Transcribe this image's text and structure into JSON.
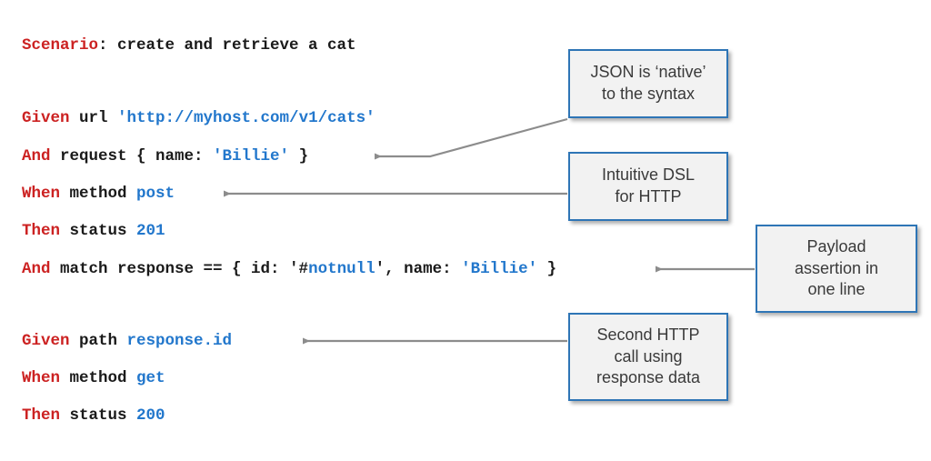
{
  "slide": {
    "background_color": "#ffffff",
    "keyword_color": "#cc2222",
    "value_color": "#2277cc",
    "text_color": "#1a1a1a",
    "callout_border_color": "#2e75b6",
    "callout_fill_color": "#f2f2f2",
    "connector_color": "#8c8c8c"
  },
  "code": {
    "lines": [
      {
        "id": "scenario",
        "tokens": [
          {
            "text": "Scenario",
            "style": "kw"
          },
          {
            "text": ": create and retrieve a cat",
            "style": "plain"
          }
        ]
      },
      {
        "id": "given-url",
        "tokens": [
          {
            "text": "Given",
            "style": "kw"
          },
          {
            "text": " url ",
            "style": "plain"
          },
          {
            "text": "'http://myhost.com/v1/cats'",
            "style": "val"
          }
        ]
      },
      {
        "id": "and-request",
        "tokens": [
          {
            "text": "And",
            "style": "kw"
          },
          {
            "text": " request { name: ",
            "style": "plain"
          },
          {
            "text": "'Billie'",
            "style": "val"
          },
          {
            "text": " }",
            "style": "plain"
          }
        ]
      },
      {
        "id": "when-method-post",
        "tokens": [
          {
            "text": "When",
            "style": "kw"
          },
          {
            "text": " method ",
            "style": "plain"
          },
          {
            "text": "post",
            "style": "val"
          }
        ]
      },
      {
        "id": "then-status-201",
        "tokens": [
          {
            "text": "Then",
            "style": "kw"
          },
          {
            "text": " status ",
            "style": "plain"
          },
          {
            "text": "201",
            "style": "val"
          }
        ]
      },
      {
        "id": "and-match-response",
        "tokens": [
          {
            "text": "And",
            "style": "kw"
          },
          {
            "text": " match response == { id: '#",
            "style": "plain"
          },
          {
            "text": "notnull",
            "style": "val"
          },
          {
            "text": "', name: ",
            "style": "plain"
          },
          {
            "text": "'Billie'",
            "style": "val"
          },
          {
            "text": " }",
            "style": "plain"
          }
        ]
      },
      {
        "id": "given-path",
        "tokens": [
          {
            "text": "Given",
            "style": "kw"
          },
          {
            "text": " path ",
            "style": "plain"
          },
          {
            "text": "response.id",
            "style": "val"
          }
        ]
      },
      {
        "id": "when-method-get",
        "tokens": [
          {
            "text": "When",
            "style": "kw"
          },
          {
            "text": " method ",
            "style": "plain"
          },
          {
            "text": "get",
            "style": "val"
          }
        ]
      },
      {
        "id": "then-status-200",
        "tokens": [
          {
            "text": "Then",
            "style": "kw"
          },
          {
            "text": " status ",
            "style": "plain"
          },
          {
            "text": "200",
            "style": "val"
          }
        ]
      }
    ]
  },
  "callouts": [
    {
      "id": "json-native",
      "line1": "JSON is ‘native’",
      "line2": "to the syntax",
      "line3": ""
    },
    {
      "id": "intuitive-dsl",
      "line1": "Intuitive DSL",
      "line2": "for HTTP",
      "line3": ""
    },
    {
      "id": "payload-assertion",
      "line1": "Payload",
      "line2": "assertion in",
      "line3": "one line"
    },
    {
      "id": "second-http-call",
      "line1": "Second HTTP",
      "line2": "call using",
      "line3": "response data"
    }
  ]
}
